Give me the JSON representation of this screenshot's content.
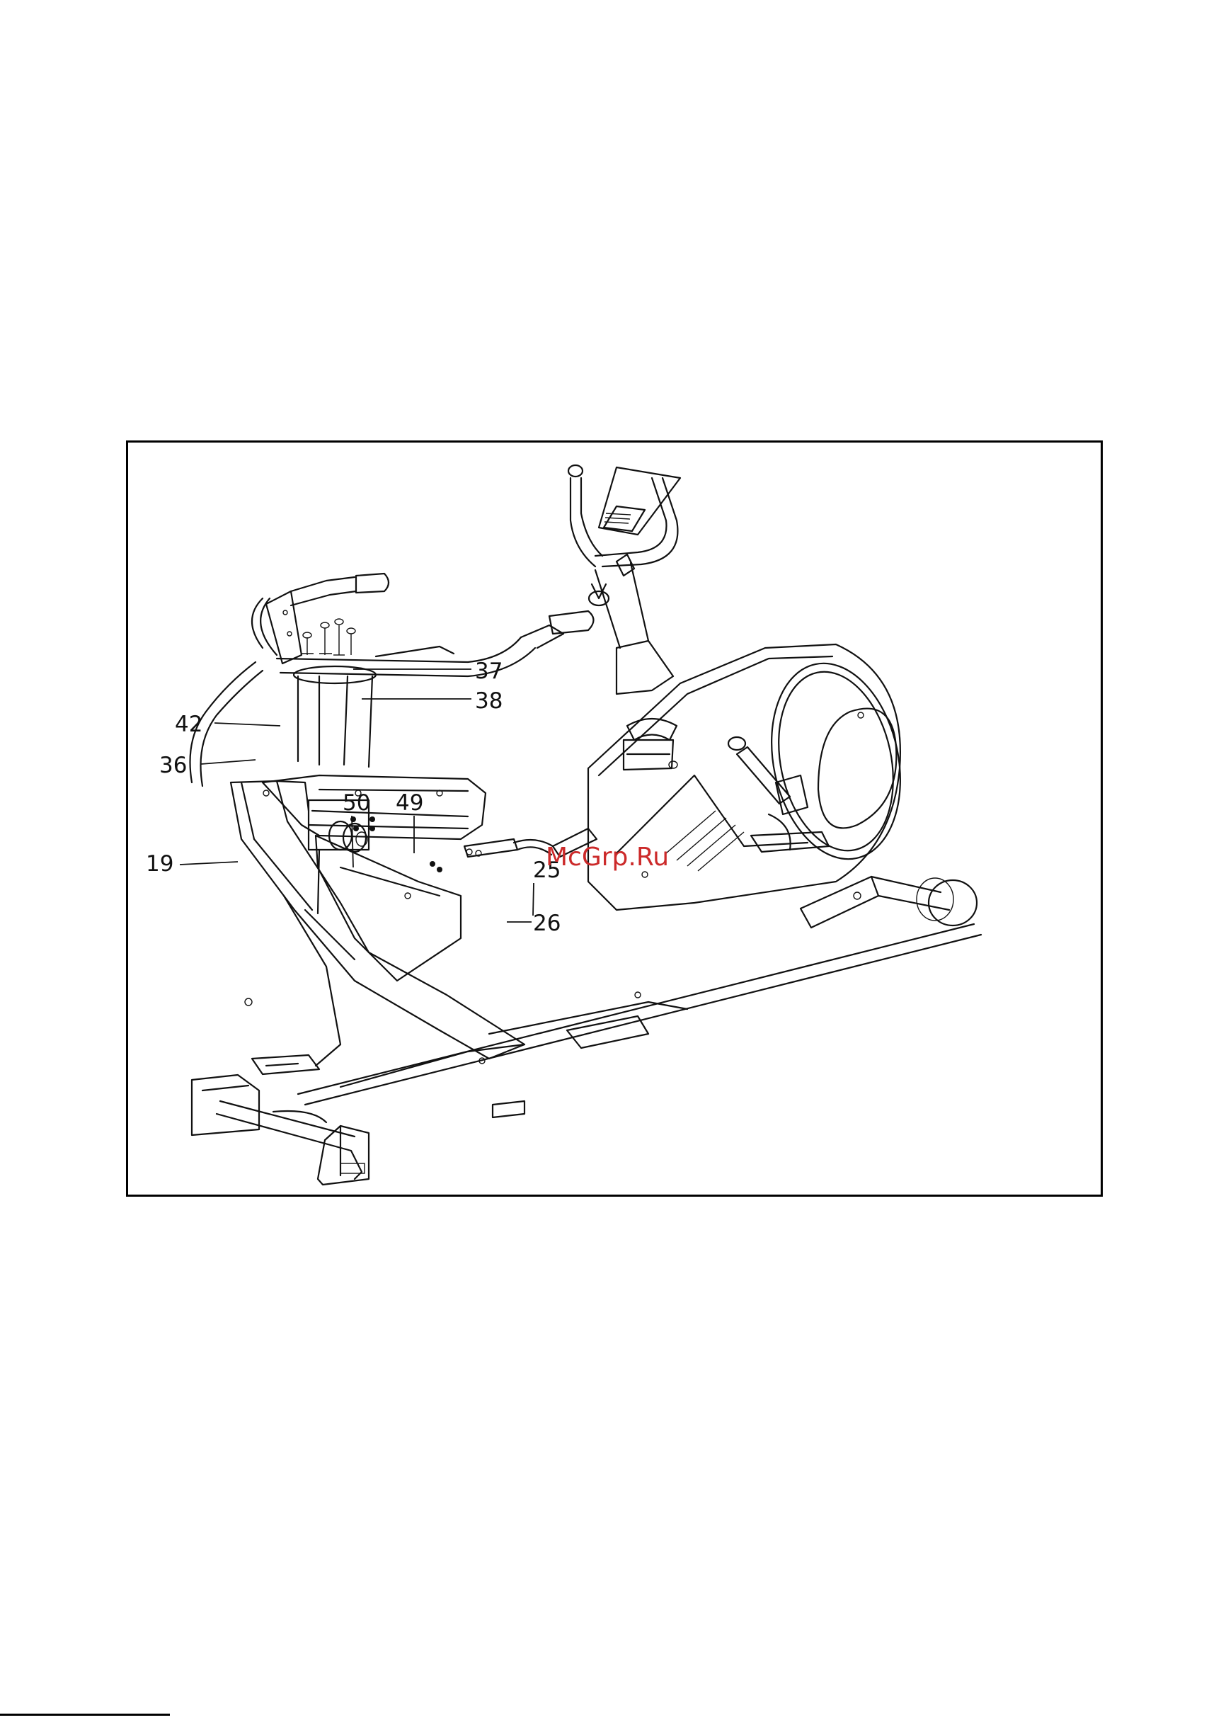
{
  "parts": [
    {
      "id": "p37",
      "label": "37"
    },
    {
      "id": "p38",
      "label": "38"
    },
    {
      "id": "p42",
      "label": "42"
    },
    {
      "id": "p36",
      "label": "36"
    },
    {
      "id": "p50",
      "label": "50"
    },
    {
      "id": "p49",
      "label": "49"
    },
    {
      "id": "p19",
      "label": "19"
    },
    {
      "id": "p25",
      "label": "25"
    },
    {
      "id": "p26",
      "label": "26"
    }
  ],
  "watermark": "McGrp.Ru",
  "colors": {
    "line": "#111111",
    "watermark": "#cc2a2a",
    "background": "#ffffff"
  }
}
